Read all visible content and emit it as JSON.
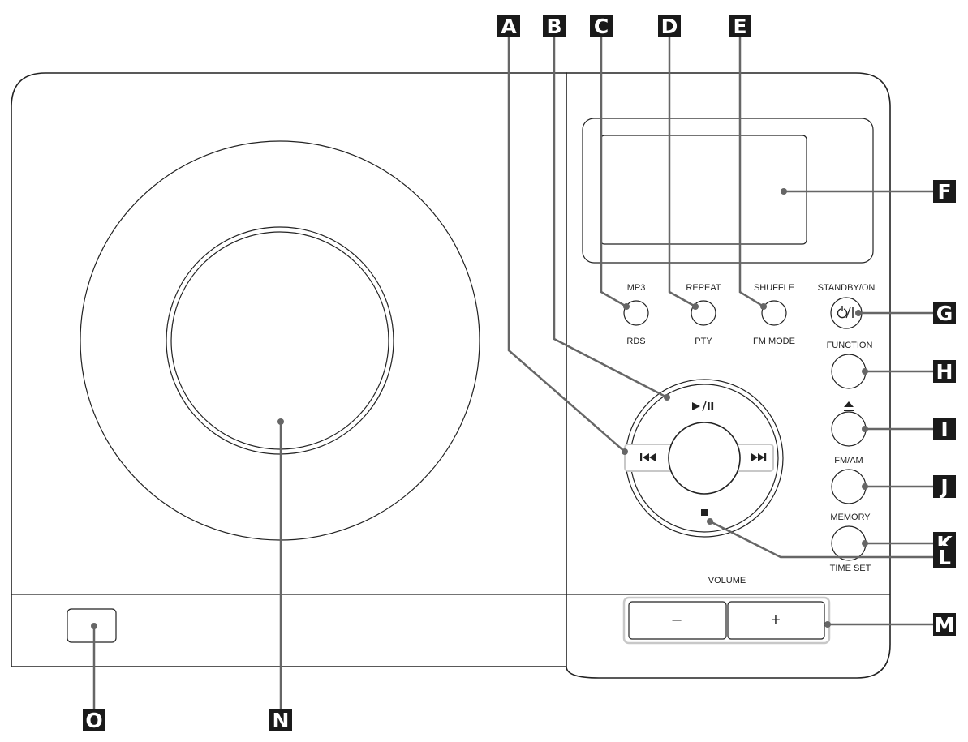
{
  "callouts": {
    "A": "A",
    "B": "B",
    "C": "C",
    "D": "D",
    "E": "E",
    "F": "F",
    "G": "G",
    "H": "H",
    "I": "I",
    "J": "J",
    "K": "K",
    "L": "L",
    "M": "M",
    "N": "N",
    "O": "O"
  },
  "buttons": {
    "mp3": "MP3",
    "rds": "RDS",
    "repeat": "REPEAT",
    "pty": "PTY",
    "shuffle": "SHUFFLE",
    "fm_mode": "FM MODE",
    "standby_on": "STANDBY/ON",
    "function": "FUNCTION",
    "fm_am": "FM/AM",
    "memory": "MEMORY",
    "time_set": "TIME SET",
    "volume": "VOLUME",
    "volume_minus": "–",
    "volume_plus": "+"
  },
  "icons": {
    "power": "power-standby-icon",
    "eject": "eject-icon",
    "play_pause": "play-pause-icon",
    "prev": "skip-previous-icon",
    "next": "skip-next-icon",
    "stop": "stop-icon"
  }
}
